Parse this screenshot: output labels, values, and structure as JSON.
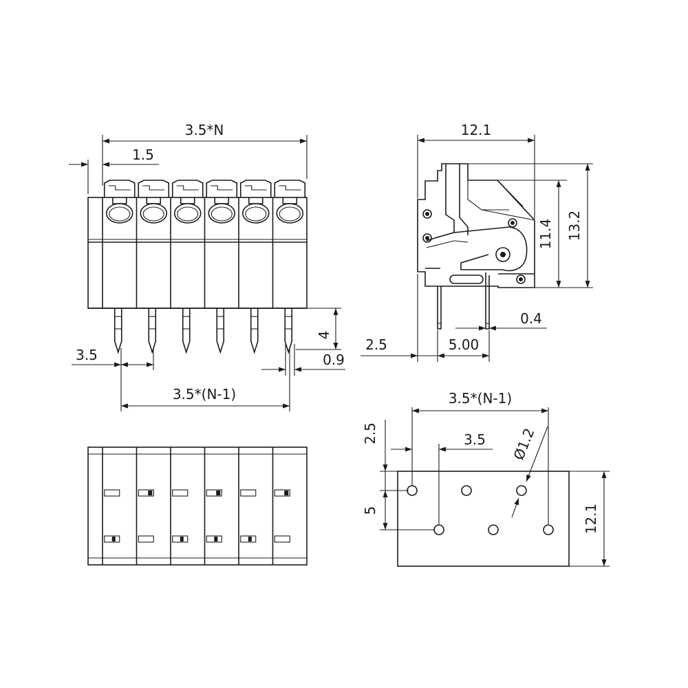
{
  "front_view": {
    "overall_width": "3.5*N",
    "edge_offset": "1.5",
    "pitch": "3.5",
    "pin_span": "3.5*(N-1)",
    "pin_length": "4",
    "pin_width": "0.9",
    "positions": 6
  },
  "side_view": {
    "depth": "12.1",
    "height_total": "13.2",
    "height_body": "11.4",
    "pin_offset": "2.5",
    "pin_spacing": "5.00",
    "pin_thickness": "0.4"
  },
  "pcb_layout": {
    "pin_span": "3.5*(N-1)",
    "pitch": "3.5",
    "hole_diameter": "Ø1.2",
    "row_offset": "2.5",
    "row_spacing": "5",
    "depth": "12.1"
  },
  "colors": {
    "line": "#1a1a1a",
    "background": "#ffffff"
  }
}
